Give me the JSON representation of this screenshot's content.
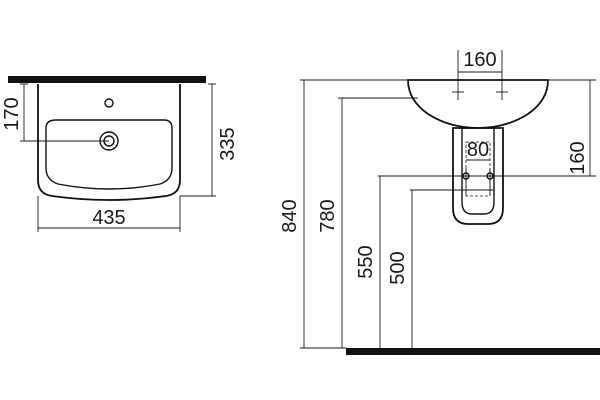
{
  "top_view": {
    "width": "435",
    "depth": "335",
    "tap_offset": "170"
  },
  "side_view": {
    "tap_spacing": "160",
    "waste_spacing": "80",
    "bracket_height": "160",
    "total_height": "840",
    "rim_height": "780",
    "waste_upper": "550",
    "waste_lower": "500"
  },
  "colors": {
    "line": "#111111",
    "background": "#ffffff"
  }
}
